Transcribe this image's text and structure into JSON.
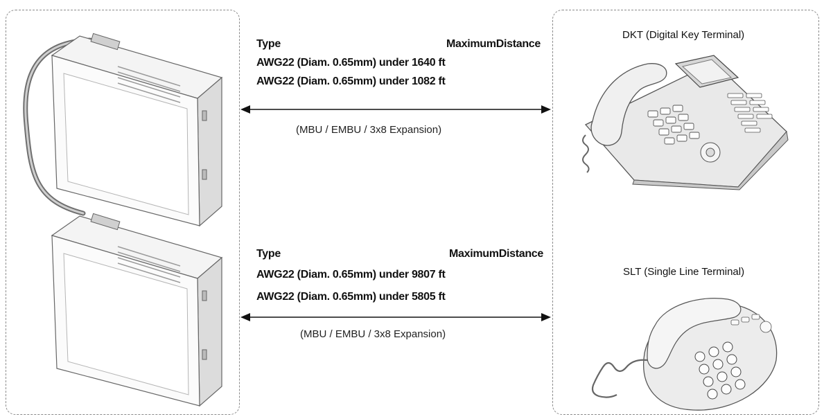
{
  "top_link": {
    "header_type": "Type",
    "header_distance": "MaximumDistance",
    "rows": [
      "AWG22 (Diam. 0.65mm) under 1640 ft",
      "AWG22 (Diam. 0.65mm) under 1082 ft"
    ],
    "note": "(MBU / EMBU / 3x8 Expansion)"
  },
  "bottom_link": {
    "header_type": "Type",
    "header_distance": "MaximumDistance",
    "rows": [
      "AWG22 (Diam. 0.65mm) under 9807 ft",
      "AWG22 (Diam. 0.65mm) under 5805 ft"
    ],
    "note": "(MBU / EMBU / 3x8 Expansion)"
  },
  "devices": {
    "dkt_label": "DKT (Digital Key Terminal)",
    "slt_label": "SLT (Single Line Terminal)"
  }
}
